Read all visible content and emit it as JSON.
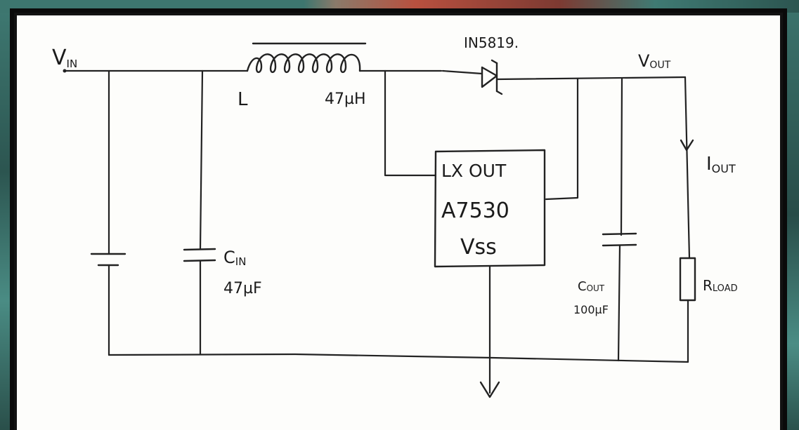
{
  "labels": {
    "vin": "V",
    "vin_sub": "IN",
    "inductor_name": "L",
    "inductor_value": "47µH",
    "diode": "IN5819.",
    "vout": "V",
    "vout_sub": "OUT",
    "iout": "I",
    "iout_sub": "OUT",
    "cin": "C",
    "cin_sub": "IN",
    "cin_value": "47µF",
    "cout": "C",
    "cout_sub": "OUT",
    "cout_value": "100µF",
    "rload": "R",
    "rload_sub": "LOAD"
  },
  "ic": {
    "pins_top": "LX  OUT",
    "part": "A7530",
    "pin_bottom": "Vss"
  }
}
